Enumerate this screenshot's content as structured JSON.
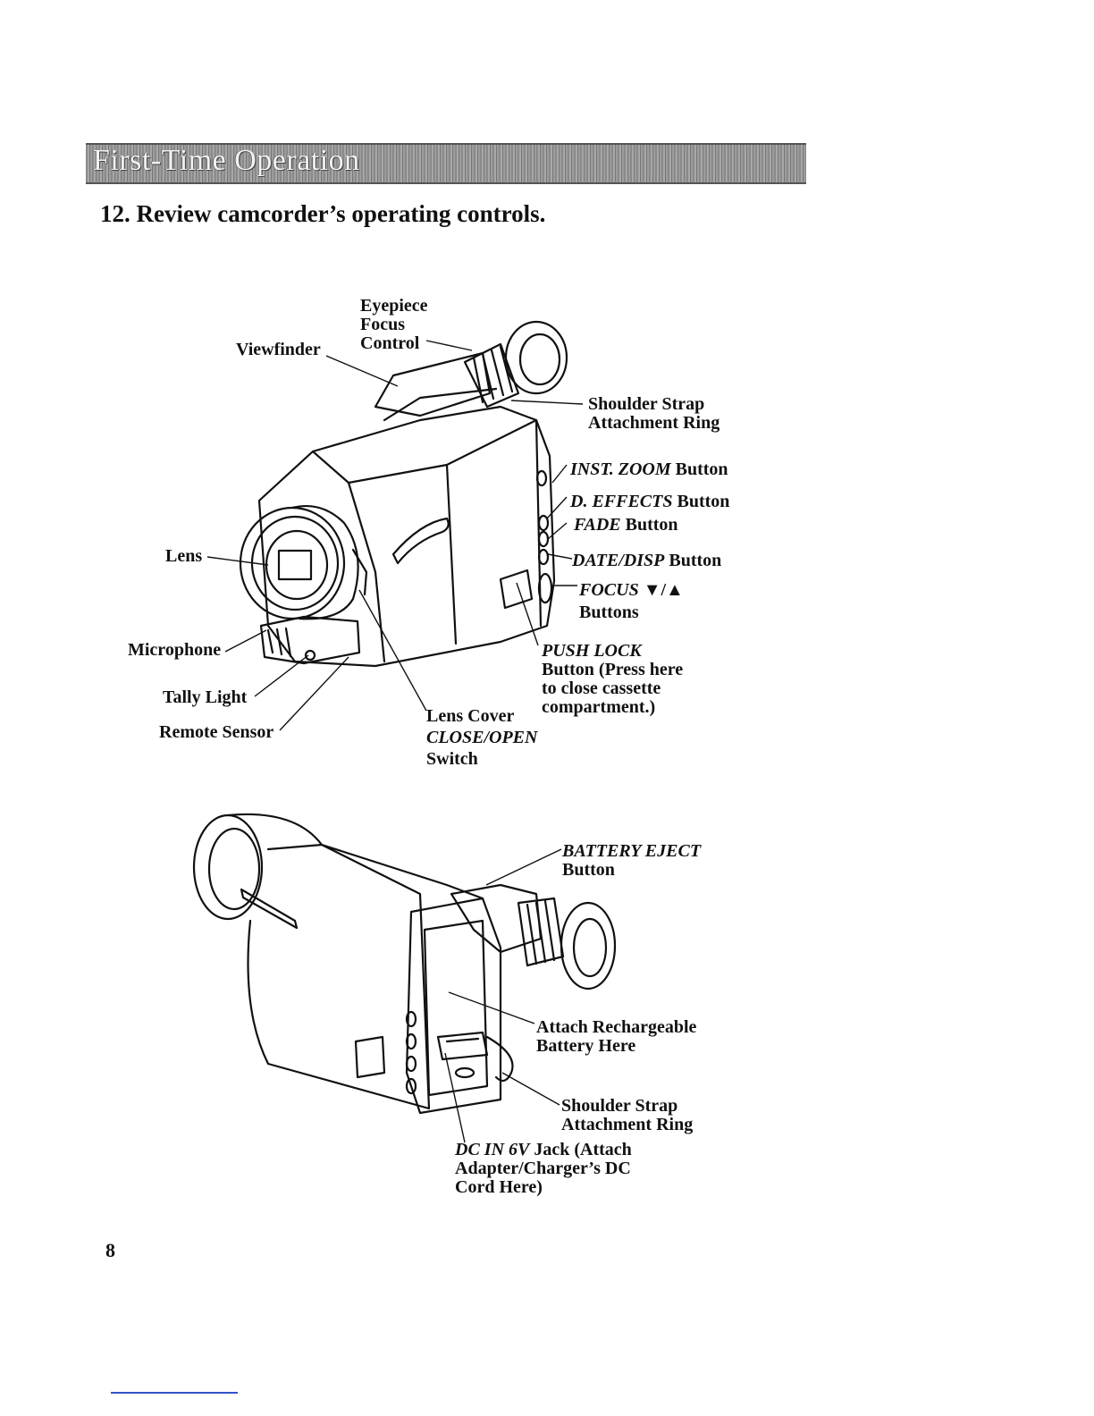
{
  "header": {
    "section_title": "First-Time Operation"
  },
  "step": {
    "title": "12. Review camcorder’s operating controls."
  },
  "figure1": {
    "eyepiece": [
      "Eyepiece",
      "Focus",
      "Control"
    ],
    "viewfinder": "Viewfinder",
    "shoulder_strap": [
      "Shoulder Strap",
      "Attachment Ring"
    ],
    "inst_zoom": {
      "name": "INST. ZOOM",
      "suffix": " Button"
    },
    "d_effects": {
      "name": "D. EFFECTS",
      "suffix": " Button"
    },
    "fade": {
      "name": "FADE",
      "suffix": " Button"
    },
    "date_disp": {
      "name": "DATE/DISP",
      "suffix": " Button"
    },
    "focus": {
      "name": "FOCUS",
      "suffix": " ▼/▲",
      "line2": "Buttons"
    },
    "lens": "Lens",
    "microphone": "Microphone",
    "tally_light": "Tally Light",
    "remote_sensor": "Remote Sensor",
    "push_lock": {
      "name": "PUSH LOCK",
      "lines": [
        "Button (Press here",
        "to close cassette",
        "compartment.)"
      ]
    },
    "lens_cover": {
      "line1": "Lens Cover",
      "name": "CLOSE/OPEN",
      "line3": "Switch"
    }
  },
  "figure2": {
    "battery_eject": {
      "name": "BATTERY EJECT",
      "line2": "Button"
    },
    "attach_battery": [
      "Attach Rechargeable",
      "Battery Here"
    ],
    "shoulder_strap": [
      "Shoulder Strap",
      "Attachment Ring"
    ],
    "dc_in": {
      "name": "DC IN 6V",
      "suffix": " Jack (Attach",
      "lines": [
        "Adapter/Charger’s DC",
        "Cord Here)"
      ]
    }
  },
  "footer": {
    "page_number": "8"
  }
}
